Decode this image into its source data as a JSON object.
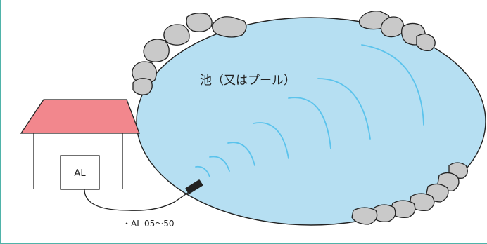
{
  "pond_label": "池（又はプール）",
  "device_label": "AL",
  "sensor_label": "・AL-05～50",
  "colors": {
    "pond_fill": "#b6dff2",
    "waves": "#5bc3ec",
    "roof": "#f2878d",
    "rock_fill": "#c9c9c9",
    "frame": "#4fb3a9"
  },
  "icons": [
    "house-icon",
    "rock-icon",
    "sensor-icon",
    "wave-icon"
  ]
}
